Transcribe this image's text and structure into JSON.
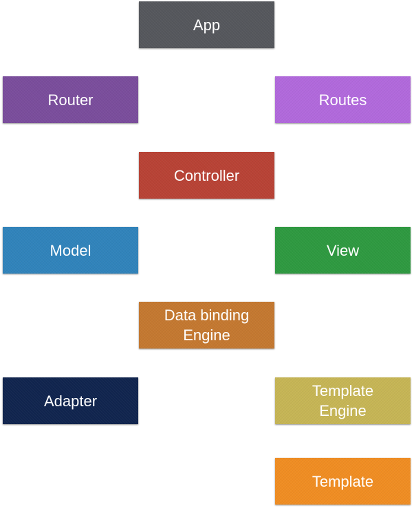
{
  "nodes": {
    "app": {
      "label": "App",
      "color": "#55575c"
    },
    "router": {
      "label": "Router",
      "color": "#7a4d9c"
    },
    "routes": {
      "label": "Routes",
      "color": "#b169dc"
    },
    "controller": {
      "label": "Controller",
      "color": "#b84235"
    },
    "model": {
      "label": "Model",
      "color": "#3083bb"
    },
    "view": {
      "label": "View",
      "color": "#2e9940"
    },
    "databind": {
      "label": "Data binding\nEngine",
      "color": "#c47830"
    },
    "adapter": {
      "label": "Adapter",
      "color": "#10244e"
    },
    "tengine": {
      "label": "Template\nEngine",
      "color": "#c6b555"
    },
    "template": {
      "label": "Template",
      "color": "#f08d22"
    }
  }
}
